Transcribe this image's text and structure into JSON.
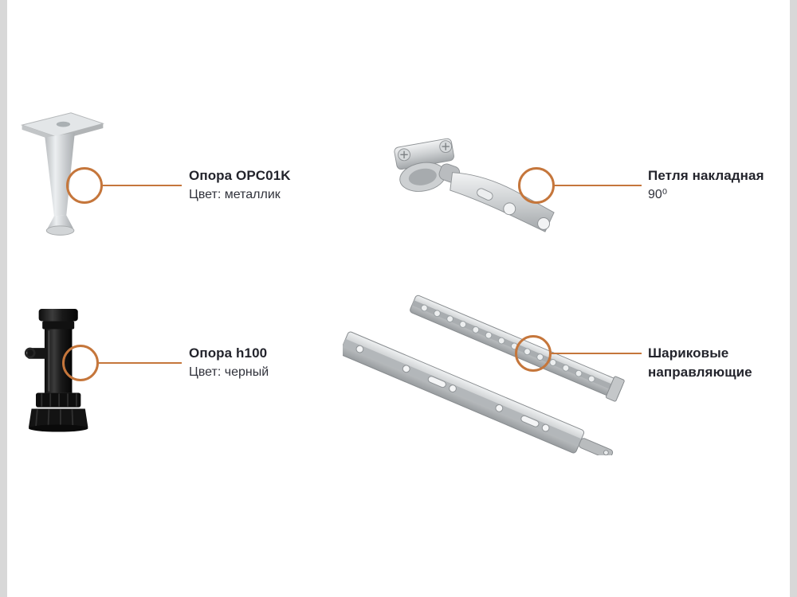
{
  "page": {
    "background_color": "#FFFFFF",
    "edge_bar_color": "#D8D8D8",
    "accent_color": "#C5763B"
  },
  "items": [
    {
      "title": "Опора OPC01K",
      "subtitle": "Цвет: металлик",
      "image": "metal-furniture-leg"
    },
    {
      "title": "Петля накладная",
      "subtitle": "90⁰",
      "image": "overlay-cabinet-hinge"
    },
    {
      "title": "Опора h100",
      "subtitle": "Цвет: черный",
      "image": "black-adjustable-leg"
    },
    {
      "title": "Шариковые направляющие",
      "subtitle": "",
      "image": "ball-bearing-drawer-slides"
    }
  ]
}
